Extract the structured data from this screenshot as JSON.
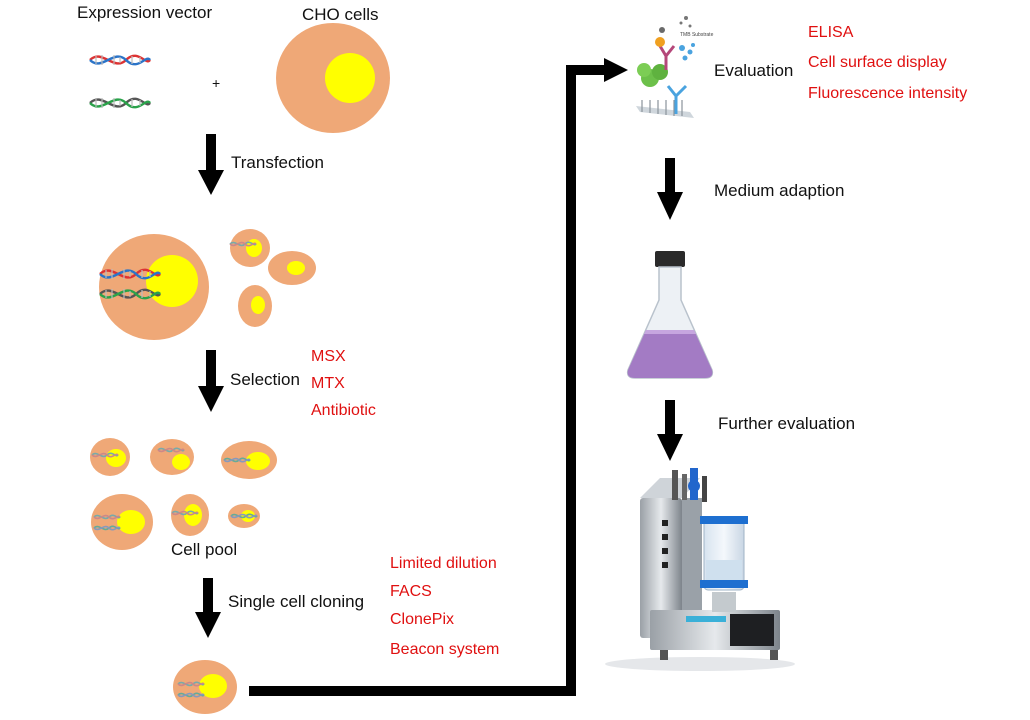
{
  "labels": {
    "expression_vector": "Expression vector",
    "cho_cells": "CHO cells",
    "plus": "+",
    "transfection": "Transfection",
    "selection": "Selection",
    "cell_pool": "Cell pool",
    "single_cell_cloning": "Single cell cloning",
    "evaluation": "Evaluation",
    "medium_adaption": "Medium adaption",
    "further_evaluation": "Further evaluation",
    "tmb_substrate": "TMB Substrate"
  },
  "selection_methods": [
    "MSX",
    "MTX",
    "Antibiotic"
  ],
  "cloning_methods": [
    "Limited dilution",
    "FACS",
    "ClonePix",
    "Beacon system"
  ],
  "evaluation_methods": [
    "ELISA",
    "Cell surface display",
    "Fluorescence intensity"
  ],
  "colors": {
    "cell": "#efa877",
    "nucleus": "#ffff00",
    "method_text": "#e01010",
    "arrow": "#000000",
    "flask_liquid": "#a37bc4"
  }
}
